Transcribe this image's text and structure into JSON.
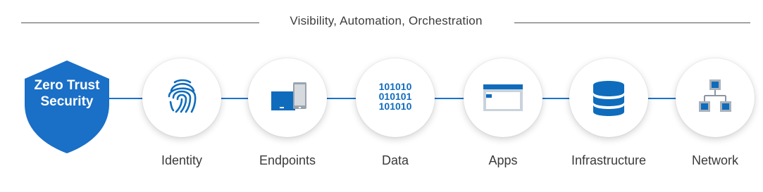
{
  "heading": "Visibility, Automation, Orchestration",
  "center": {
    "line1": "Zero Trust",
    "line2": "Security"
  },
  "pillars": [
    {
      "label": "Identity",
      "icon": "fingerprint-icon"
    },
    {
      "label": "Endpoints",
      "icon": "devices-icon"
    },
    {
      "label": "Data",
      "icon": "binary-data-icon",
      "binary": [
        "101010",
        "010101",
        "101010"
      ]
    },
    {
      "label": "Apps",
      "icon": "app-window-icon"
    },
    {
      "label": "Infrastructure",
      "icon": "database-icon"
    },
    {
      "label": "Network",
      "icon": "network-topology-icon"
    }
  ],
  "colors": {
    "accent": "#0f6cbd",
    "shield": "#1a6fc7",
    "line": "#1a73cf",
    "divider": "#555555"
  }
}
